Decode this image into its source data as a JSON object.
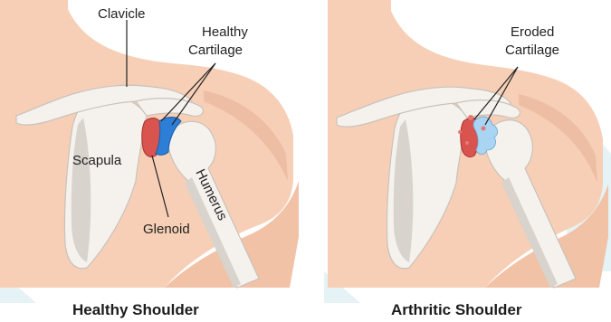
{
  "colors": {
    "skin": "#f6cfb6",
    "skin_shadow": "#e8b396",
    "bone": "#f5f2ee",
    "bone_shadow": "#d8d3cd",
    "cartilage_healthy": "#2d7ed6",
    "cartilage_eroded": "#a9d4f2",
    "glenoid": "#d9534f",
    "background_arrow": "#cfe8ee"
  },
  "healthy": {
    "caption": "Healthy Shoulder",
    "labels": {
      "clavicle": "Clavicle",
      "cartilage_line1": "Healthy",
      "cartilage_line2": "Cartilage",
      "scapula": "Scapula",
      "glenoid": "Glenoid",
      "humerus": "Humerus"
    }
  },
  "arthritic": {
    "caption": "Arthritic Shoulder",
    "labels": {
      "cartilage_line1": "Eroded",
      "cartilage_line2": "Cartilage"
    }
  }
}
